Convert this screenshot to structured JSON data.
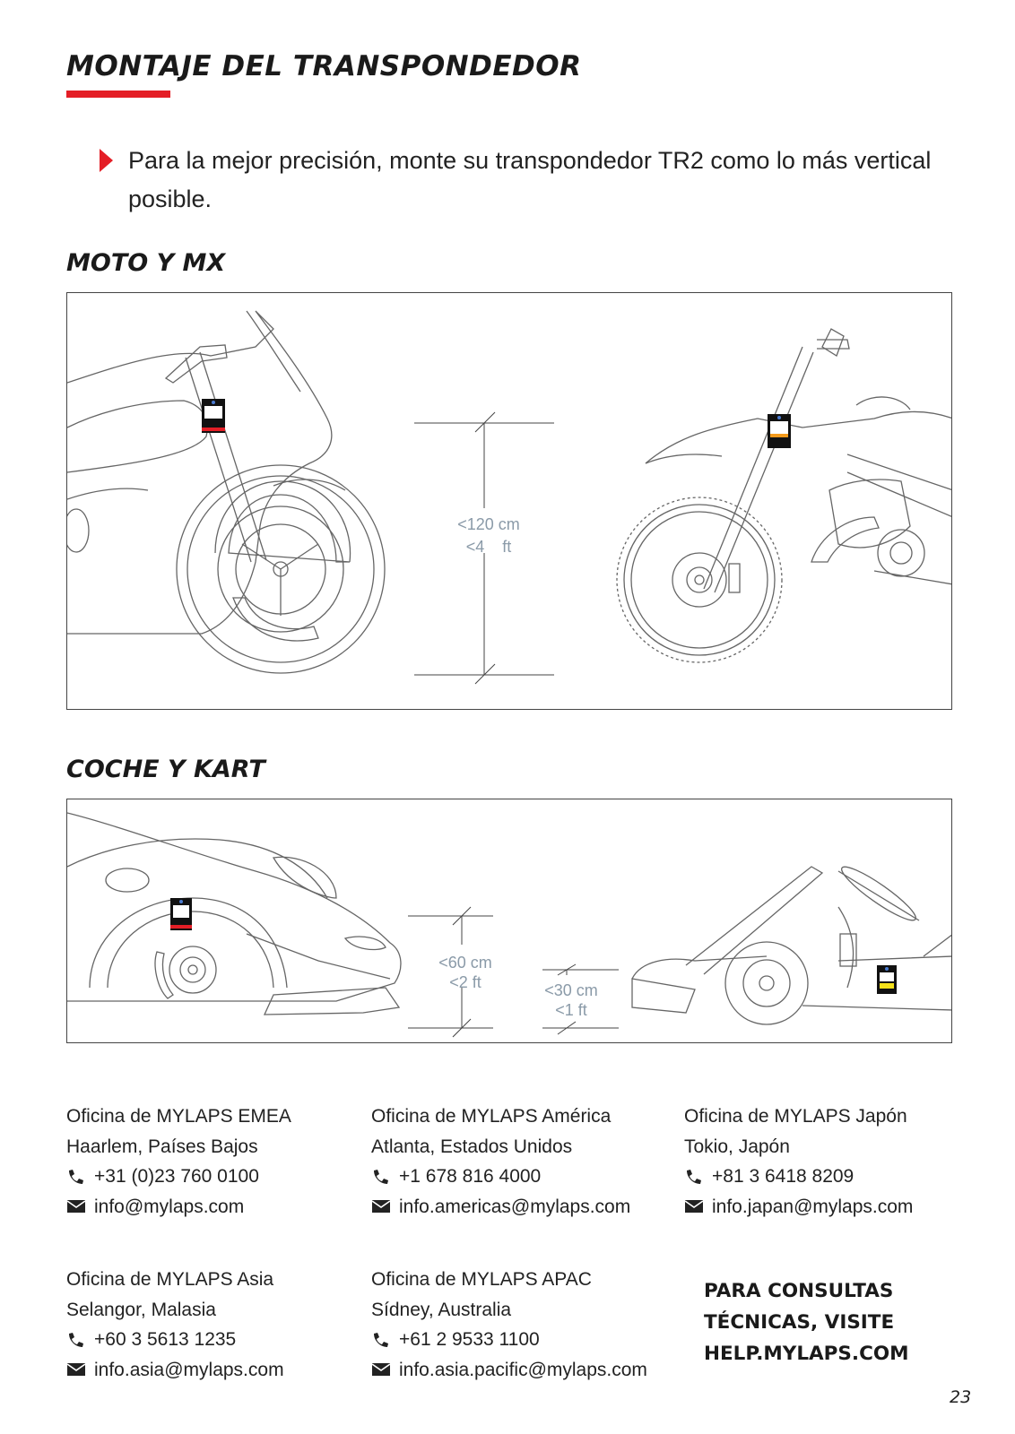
{
  "page": {
    "title": "MONTAJE DEL TRANSPONDEDOR",
    "intro": "Para la mejor precisión, monte su transpondedor TR2 como lo más vertical posible.",
    "page_number": "23"
  },
  "sections": {
    "moto": {
      "heading": "MOTO Y MX",
      "measure_cm": "<120 cm",
      "measure_ft": "<4    ft"
    },
    "car": {
      "heading": "COCHE Y KART",
      "car_measure_cm": "<60 cm",
      "car_measure_ft": "<2 ft",
      "kart_measure_cm": "<30 cm",
      "kart_measure_ft": "<1 ft"
    }
  },
  "offices": [
    {
      "name": "Oficina de MYLAPS EMEA",
      "city": "Haarlem, Países Bajos",
      "phone": "+31 (0)23 760 0100",
      "email": "info@mylaps.com"
    },
    {
      "name": "Oficina de MYLAPS América",
      "city": "Atlanta, Estados Unidos",
      "phone": "+1 678 816 4000",
      "email": "info.americas@mylaps.com"
    },
    {
      "name": "Oficina de MYLAPS Japón",
      "city": "Tokio, Japón",
      "phone": "+81 3 6418 8209",
      "email": "info.japan@mylaps.com"
    },
    {
      "name": "Oficina de MYLAPS Asia",
      "city": "Selangor, Malasia",
      "phone": "+60 3 5613 1235",
      "email": "info.asia@mylaps.com"
    },
    {
      "name": "Oficina de MYLAPS APAC",
      "city": "Sídney, Australia",
      "phone": "+61 2 9533 1100",
      "email": "info.asia.pacific@mylaps.com"
    }
  ],
  "support": {
    "line1": "PARA CONSULTAS",
    "line2": "TÉCNICAS, VISITE",
    "line3": "HELP.MYLAPS.COM"
  },
  "colors": {
    "accent": "#e41e26",
    "measure": "#8a9aa8",
    "drawing": "#555555"
  },
  "icons": {
    "phone": "phone-icon",
    "email": "envelope-icon"
  }
}
